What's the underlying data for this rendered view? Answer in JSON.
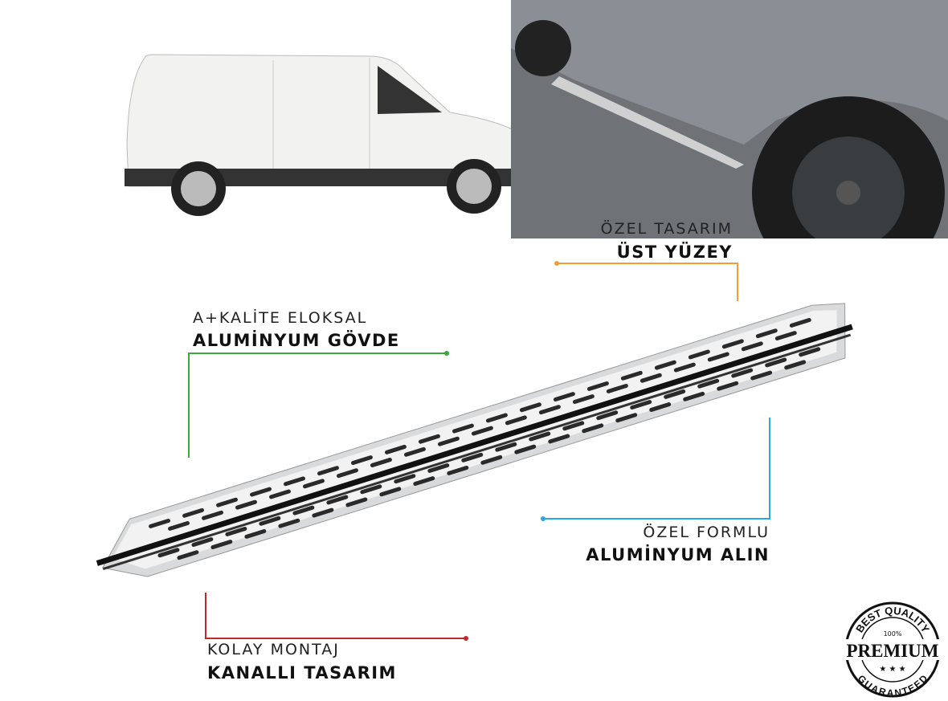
{
  "callouts": {
    "top_surface": {
      "line1": "ÖZEL TASARIM",
      "line2": "ÜST YÜZEY",
      "color": "#f0a030"
    },
    "body": {
      "line1": "A+KALİTE ELOKSAL",
      "line2": "ALUMİNYUM GÖVDE",
      "color": "#3aa83a"
    },
    "front": {
      "line1": "ÖZEL FORMLU",
      "line2": "ALUMİNYUM ALIN",
      "color": "#29a8e0"
    },
    "mounting": {
      "line1": "KOLAY MONTAJ",
      "line2": "KANALLI TASARIM",
      "color": "#c0282a"
    }
  },
  "badge": {
    "top": "BEST QUALITY",
    "percent": "100%",
    "main": "PREMIUM",
    "bottom": "GUARANTEED",
    "stars": "★ ★ ★"
  },
  "images": {
    "van": "white-van-icon",
    "car_side": "car-side-step-icon",
    "product": "running-board-icon"
  }
}
